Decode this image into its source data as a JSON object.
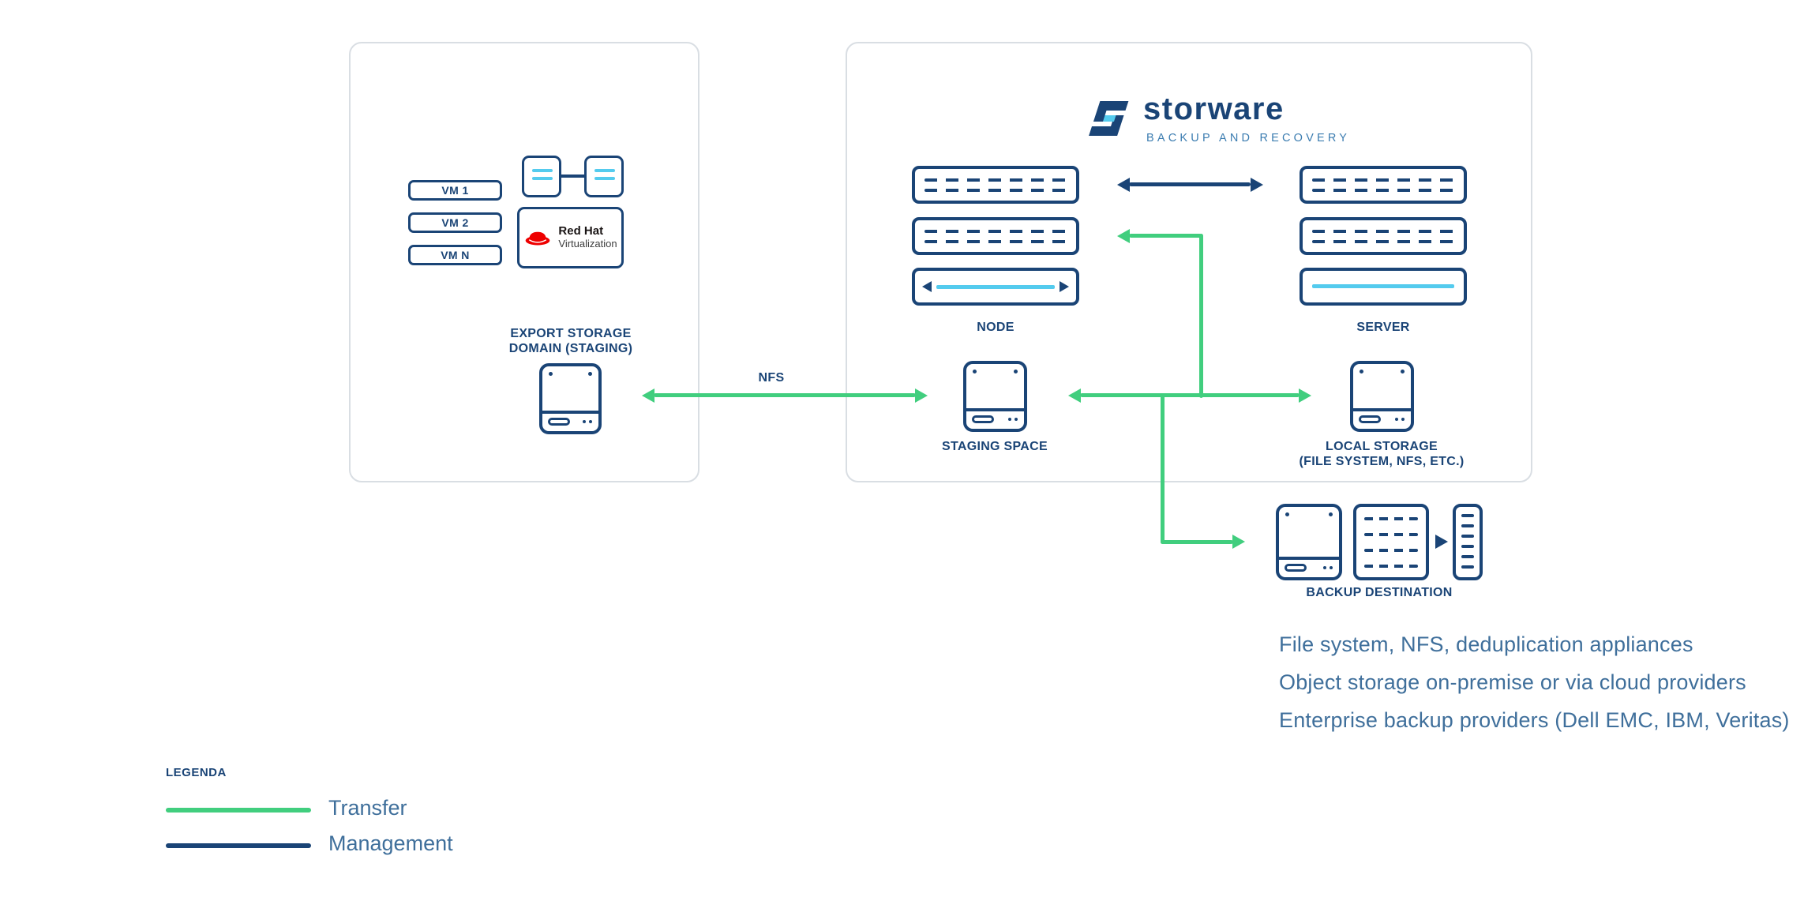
{
  "colors": {
    "navy": "#1a4476",
    "green": "#41ce7e",
    "cyan": "#54cbee",
    "steel_text": "#3f6f9b",
    "redhat_red": "#ee0000"
  },
  "left_panel": {
    "vms": [
      "VM 1",
      "VM 2",
      "VM N"
    ],
    "redhat_brand": "Red Hat",
    "redhat_product": "Virtualization",
    "export_label_1": "EXPORT STORAGE",
    "export_label_2": "DOMAIN (STAGING)"
  },
  "logo": {
    "wordmark": "storware",
    "tagline": "BACKUP AND RECOVERY"
  },
  "labels": {
    "node": "NODE",
    "server": "SERVER",
    "staging": "STAGING SPACE",
    "local_1": "LOCAL STORAGE",
    "local_2": "(FILE SYSTEM, NFS, ETC.)",
    "nfs": "NFS",
    "backup_destination": "BACKUP DESTINATION"
  },
  "backup_options": [
    "File system, NFS, deduplication appliances",
    "Object storage on-premise or via cloud providers",
    "Enterprise backup providers (Dell EMC, IBM, Veritas)"
  ],
  "legend": {
    "title": "LEGENDA",
    "transfer": "Transfer",
    "management": "Management"
  }
}
